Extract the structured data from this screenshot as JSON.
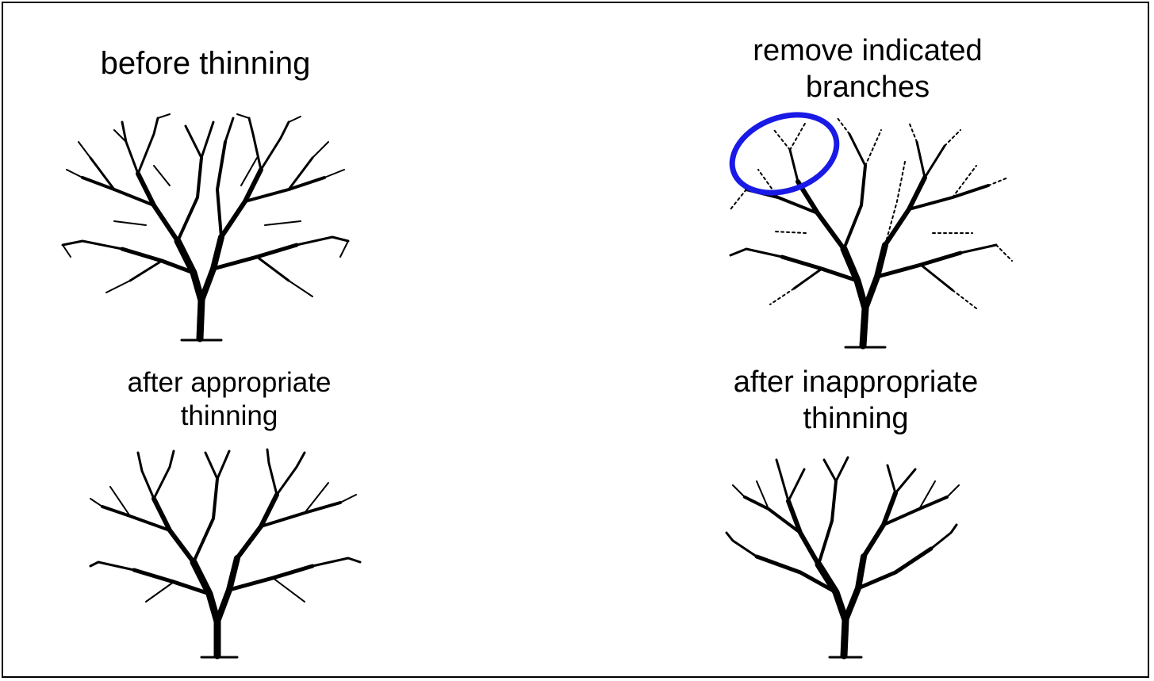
{
  "panels": [
    {
      "id": "before",
      "label": "before thinning"
    },
    {
      "id": "remove",
      "label": "remove indicated\nbranches"
    },
    {
      "id": "appropriate",
      "label": "after appropriate\nthinning"
    },
    {
      "id": "inappropriate",
      "label": "after inappropriate\nthinning"
    }
  ],
  "colors": {
    "highlight_ellipse": "#1a1ae6",
    "ink": "#000000"
  },
  "icons": [
    "tree-illustration",
    "highlight-ellipse"
  ]
}
